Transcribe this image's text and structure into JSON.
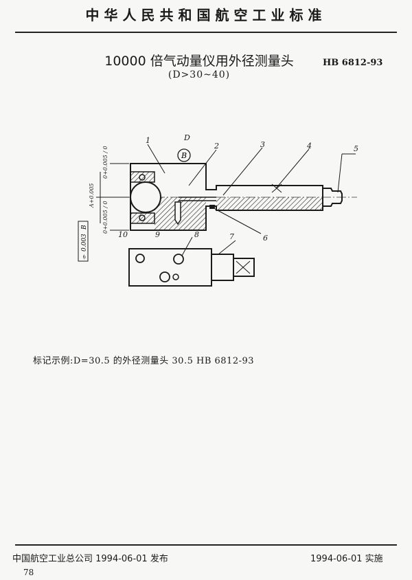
{
  "header": {
    "standard_name": "中华人民共和国航空工业标准"
  },
  "title": {
    "main": "10000 倍气动量仪用外径测量头",
    "subtitle": "(D>30~40)",
    "standard_number": "HB 6812-93"
  },
  "drawing": {
    "part_labels": [
      "1",
      "2",
      "3",
      "4",
      "5",
      "6",
      "7",
      "8",
      "9",
      "10"
    ],
    "dimension_D": "D",
    "datum_B": "B",
    "dim_top": "0+0.005 / 0",
    "dim_A": "A+0.005",
    "dim_bottom": "0+0.005 / 0",
    "tolerance_symbol": "⌯",
    "tolerance_value": "0.003",
    "tolerance_datum": "B"
  },
  "example": {
    "text": "标记示例:D=30.5 的外径测量头   30.5   HB 6812-93"
  },
  "footer": {
    "issued": "中国航空工业总公司 1994-06-01 发布",
    "effective": "1994-06-01 实施",
    "page_number": "78"
  }
}
